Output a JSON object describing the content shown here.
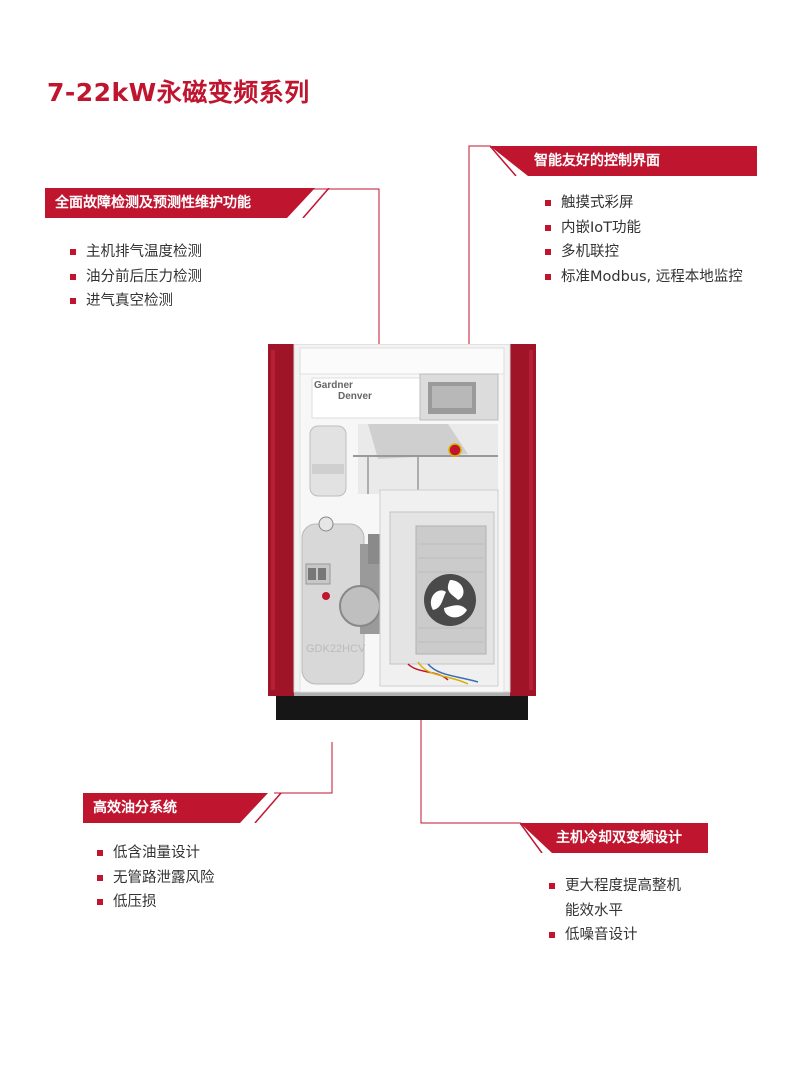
{
  "page_title": "7-22kW永磁变频系列",
  "sections": {
    "monitoring": {
      "heading": "全面故障检测及预测性维护功能",
      "items": [
        "主机排气温度检测",
        "油分前后压力检测",
        "进气真空检测"
      ]
    },
    "control": {
      "heading": "智能友好的控制界面",
      "items": [
        "触摸式彩屏",
        "内嵌IoT功能",
        "多机联控",
        "标准Modbus, 远程本地监控"
      ]
    },
    "oil": {
      "heading": "高效油分系统",
      "items": [
        "低含油量设计",
        "无管路泄露风险",
        "低压损"
      ]
    },
    "cooling": {
      "heading": "主机冷却双变频设计",
      "items": [
        "更大程度提高整机",
        "能效水平",
        "低噪音设计"
      ]
    }
  },
  "machine": {
    "brand_line1": "Gardner",
    "brand_line2": "Denver",
    "model": "GDK22HCV"
  },
  "colors": {
    "accent": "#c0152f",
    "cabinet": "#a01428"
  }
}
